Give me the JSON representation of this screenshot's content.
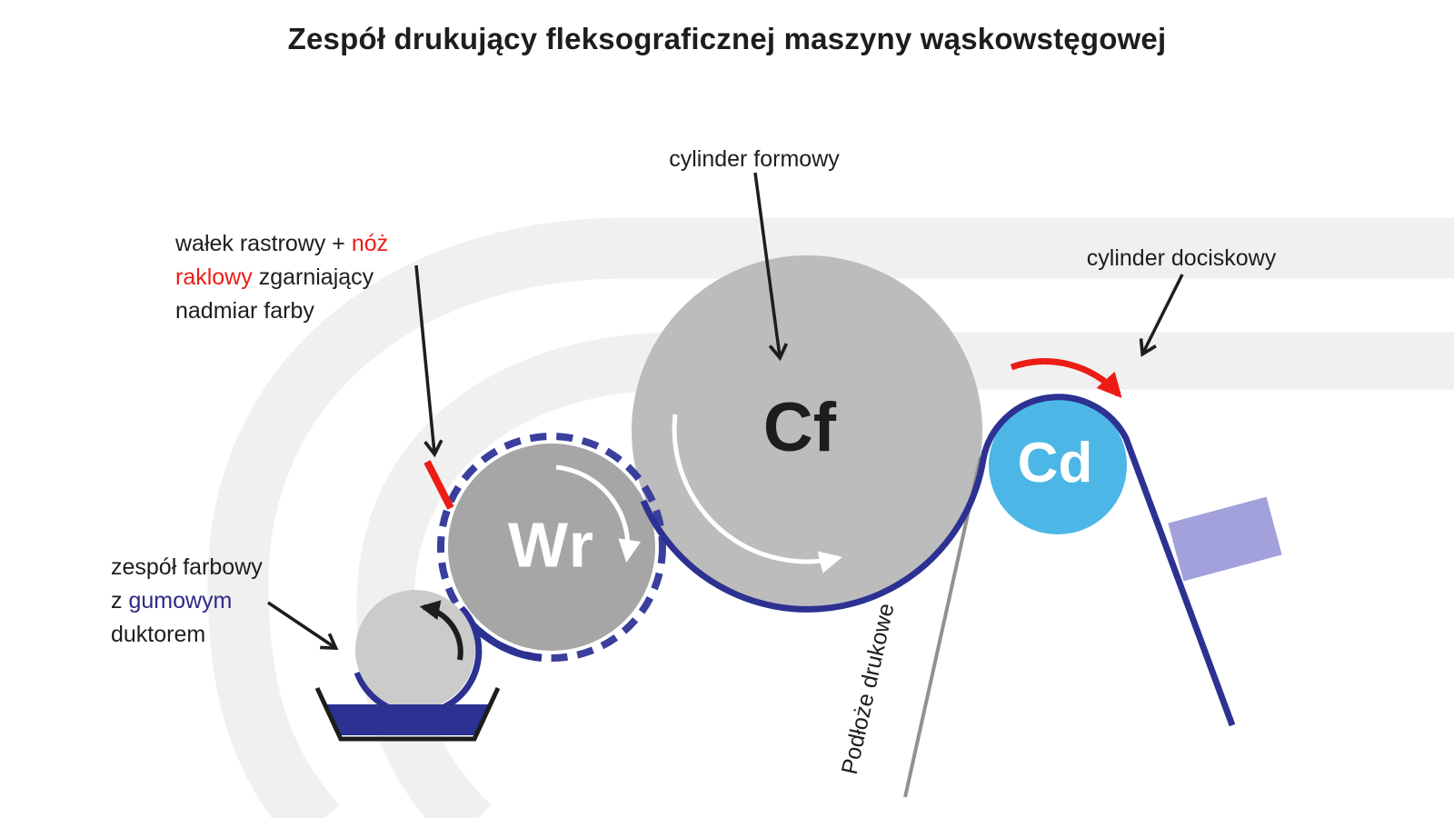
{
  "title": "Zespół drukujący fleksograficznej maszyny wąskowstęgowej",
  "cylinders": {
    "forme_letter": "Cf",
    "anilox_letter": "Wr",
    "impression_letter": "Cd"
  },
  "labels": {
    "forme": "cylinder formowy",
    "impression": "cylinder dociskowy",
    "anilox_l1_black": "wałek rastrowy + ",
    "anilox_l1_red": "nóż",
    "anilox_l2_red": "raklowy",
    "anilox_l2_black": " zgarniający",
    "anilox_l3": "nadmiar farby",
    "ink_l1": "zespół farbowy",
    "ink_l2_black": "z ",
    "ink_l2_blue": "gumowym",
    "ink_l3": "duktorem",
    "substrate": "Podłoże drukowe"
  },
  "colors": {
    "navy": "#2c3192",
    "ring_navy": "#3a3f9d",
    "cd_blue": "#4cb7e6",
    "red": "#ed1c16",
    "lavender": "#a2a1db",
    "cf_gray": "#bcbcbc",
    "wr_gray": "#a6a6a6",
    "ductor_gray": "#cbcbcb",
    "band_gray": "#f0f0f0",
    "line_gray": "#919191",
    "text_black": "#1d1d1b",
    "white": "#ffffff"
  }
}
